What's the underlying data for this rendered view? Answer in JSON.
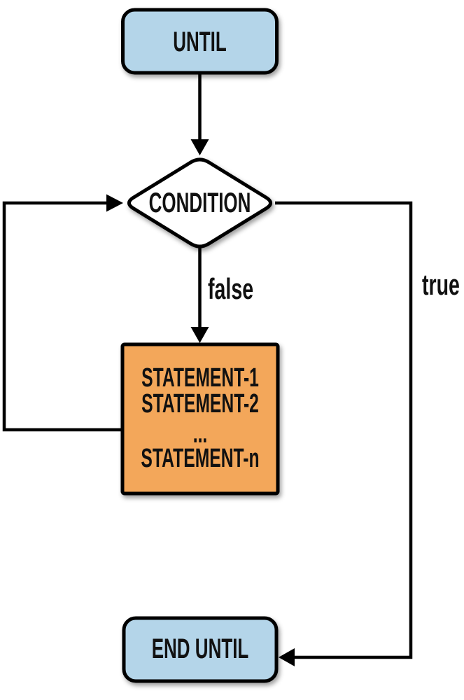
{
  "diagram": {
    "type": "flowchart",
    "description": "until loop control-flow diagram",
    "background": "#ffffff",
    "stroke_color": "#000000",
    "nodes": {
      "start": {
        "label": "UNTIL",
        "shape": "rounded-rect",
        "fill": "#b4d5e9"
      },
      "condition": {
        "label": "CONDITION",
        "shape": "diamond",
        "fill": "#ffffff"
      },
      "statements": {
        "shape": "rect",
        "fill": "#f3a75a",
        "lines": [
          "STATEMENT-1",
          "STATEMENT-2",
          "...",
          "STATEMENT-n"
        ]
      },
      "end": {
        "label": "END UNTIL",
        "shape": "rounded-rect",
        "fill": "#b4d5e9"
      }
    },
    "edges": {
      "false_branch": {
        "label": "false"
      },
      "true_branch": {
        "label": "true"
      }
    }
  }
}
